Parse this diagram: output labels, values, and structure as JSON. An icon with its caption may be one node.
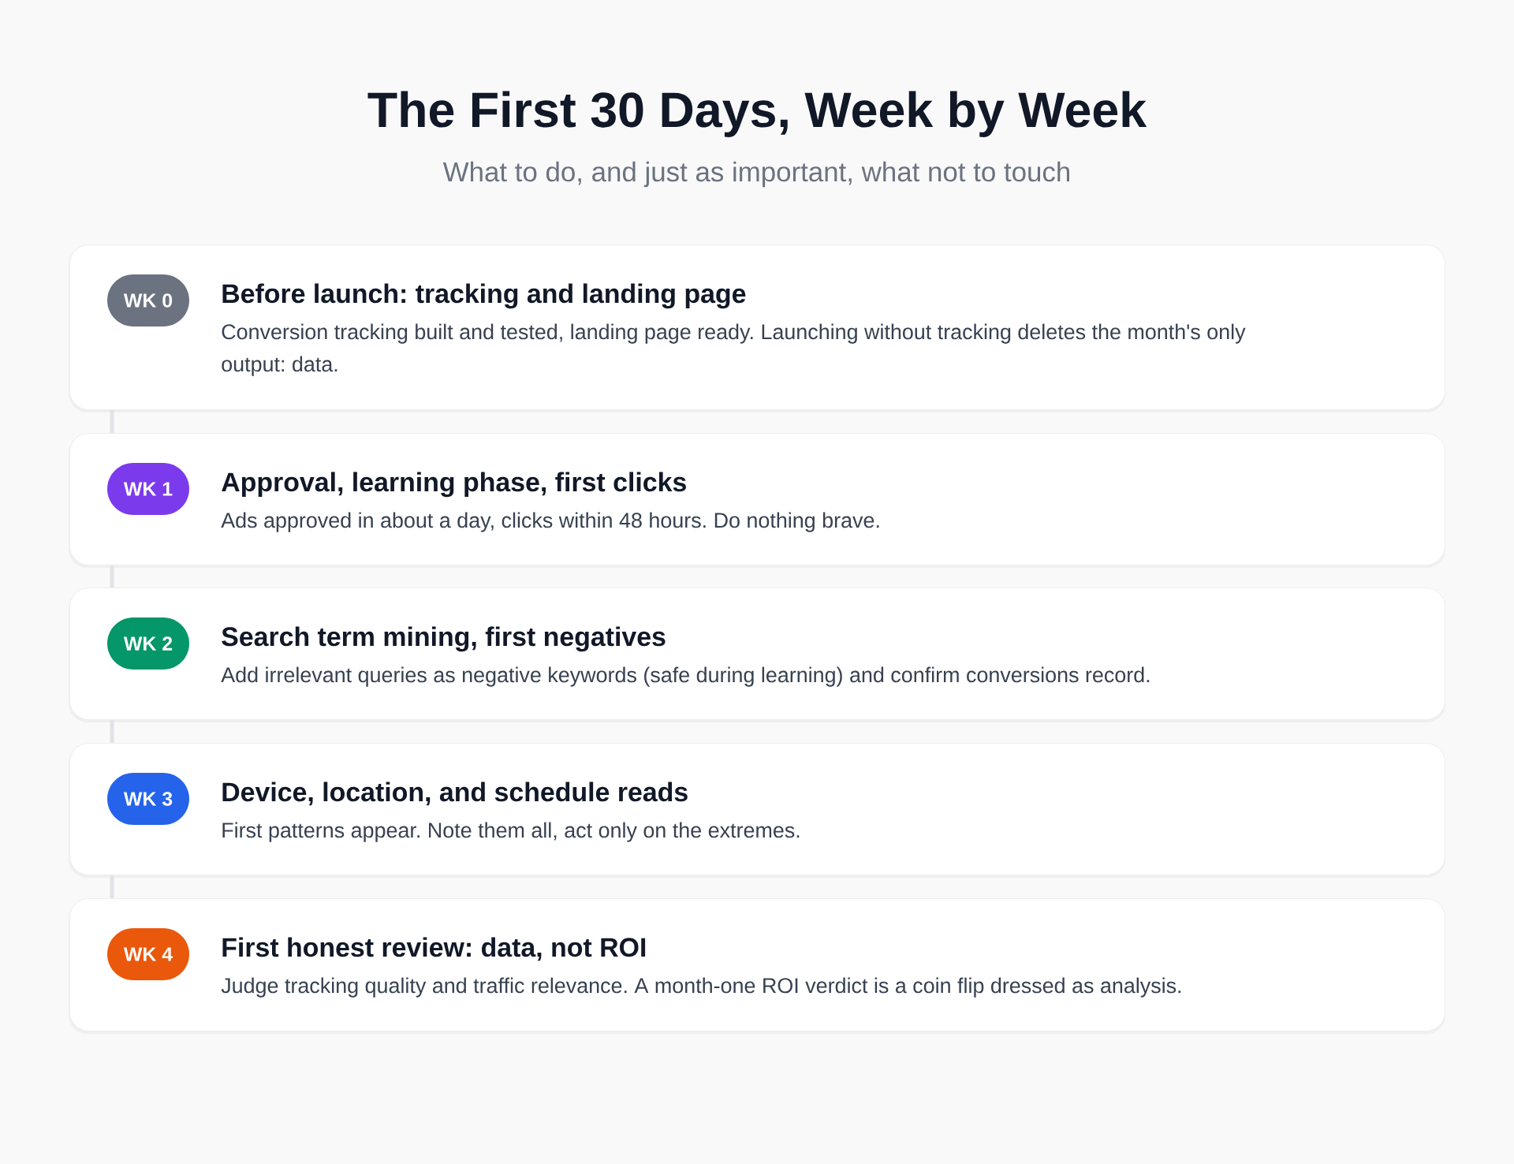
{
  "diagram": {
    "title": "The First 30 Days, Week by Week",
    "nodes": [
      {
        "text": [
          "Before launch: tracking and landing page",
          "Conversion tracking built and tested, landing page ready. Launching without tracking deletes the month's only output: data."
        ]
      },
      {
        "text": [
          "WK 0"
        ],
        "in": 0
      },
      {
        "text": [
          "Approval, learning phase, first clicks",
          "Ads approved in about a day, clicks within 48 hours. Do nothing brave."
        ]
      },
      {
        "text": [
          "WK 1"
        ],
        "in": 2
      },
      {
        "text": [
          "Search term mining, first negatives",
          "Add irrelevant queries as negative keywords (safe during learning) and confirm conversions record."
        ]
      },
      {
        "text": [
          "WK 2"
        ],
        "in": 4
      },
      {
        "text": [
          "Device, location, and schedule reads",
          "First patterns appear. Note them all, act only on the extremes."
        ]
      },
      {
        "text": [
          "WK 3"
        ],
        "in": 6
      },
      {
        "text": [
          "First honest review: data, not ROI",
          "Judge tracking quality and traffic relevance. A month-one ROI verdict is a coin flip dressed as analysis."
        ]
      },
      {
        "text": [
          "WK 4"
        ],
        "in": 8
      }
    ],
    "edges": [
      {
        "from": 0,
        "to": 2,
        "arrow": "none"
      },
      {
        "from": 2,
        "to": 4,
        "arrow": "none"
      },
      {
        "from": 4,
        "to": 6,
        "arrow": "none"
      },
      {
        "from": 6,
        "to": 8,
        "arrow": "none"
      }
    ],
    "labels": [
      "What to do, and just as important, what not to touch"
    ]
  }
}
